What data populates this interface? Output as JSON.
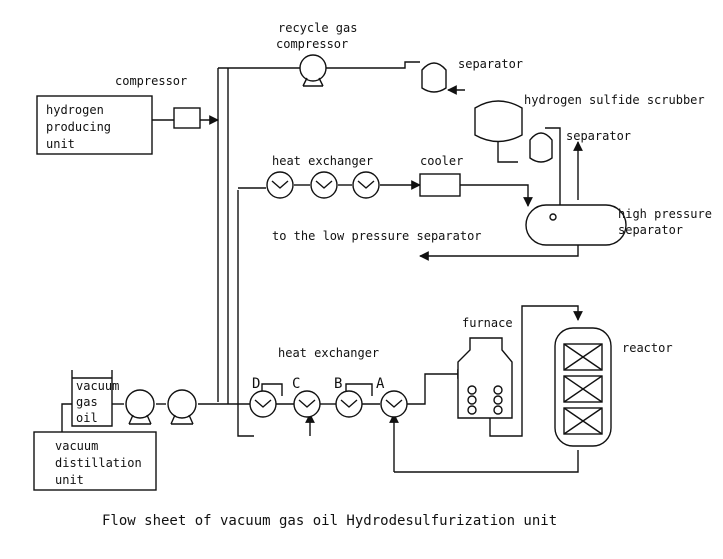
{
  "labels": {
    "recycle_gas_compressor": [
      "recycle gas",
      "compressor"
    ],
    "separator_top": "separator",
    "compressor": "compressor",
    "hydrogen_unit": [
      "hydrogen",
      "producing",
      "unit"
    ],
    "h2s_scrubber": "hydrogen sulfide scrubber",
    "separator_mid": "separator",
    "heat_exchanger_top": "heat exchanger",
    "cooler": "cooler",
    "hp_separator": [
      "high pressure",
      "separator"
    ],
    "to_lp_separator": "to the low pressure separator",
    "furnace": "furnace",
    "reactor": "reactor",
    "heat_exchanger_bottom": "heat exchanger",
    "vgo_tank": [
      "vacuum",
      "gas",
      "oil"
    ],
    "vacuum_unit": [
      "vacuum",
      "distillation",
      "unit"
    ],
    "hx_letters": [
      "D",
      "C",
      "B",
      "A"
    ]
  },
  "caption": "Flow sheet of vacuum gas oil Hydrodesulfurization unit"
}
